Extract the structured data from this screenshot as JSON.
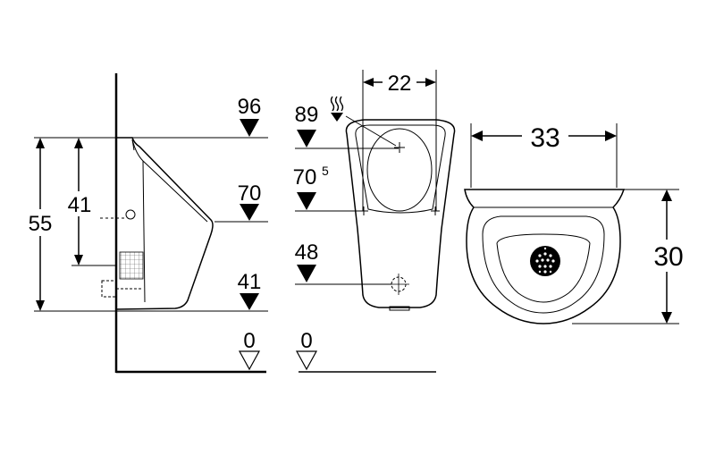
{
  "side_view": {
    "total_height": "55",
    "inner_height": "41",
    "levels": [
      "96",
      "70",
      "41"
    ],
    "floor": "0"
  },
  "front_view": {
    "width": "22",
    "levels": [
      "89",
      "70",
      "48"
    ],
    "level_70_superscript": "5",
    "floor": "0"
  },
  "top_view": {
    "width": "33",
    "depth": "30"
  }
}
